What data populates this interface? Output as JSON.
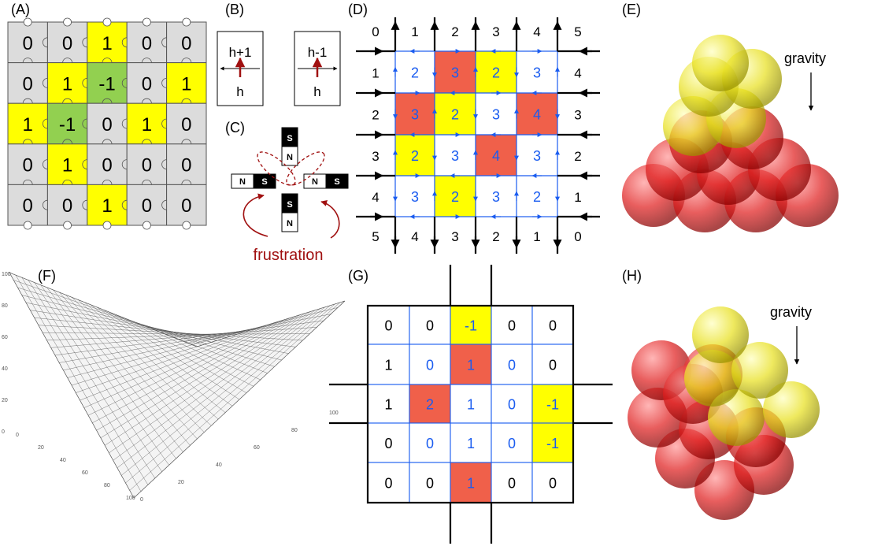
{
  "panels": {
    "A": {
      "label": "(A)",
      "rows": [
        [
          "0",
          "0",
          "1",
          "0",
          "0"
        ],
        [
          "0",
          "1",
          "-1",
          "0",
          "1"
        ],
        [
          "1",
          "-1",
          "0",
          "1",
          "0"
        ],
        [
          "0",
          "1",
          "0",
          "0",
          "0"
        ],
        [
          "0",
          "0",
          "1",
          "0",
          "0"
        ]
      ],
      "colors": [
        [
          "grey",
          "grey",
          "yellow",
          "grey",
          "grey"
        ],
        [
          "grey",
          "yellow",
          "green",
          "grey",
          "yellow"
        ],
        [
          "yellow",
          "green",
          "grey",
          "yellow",
          "grey"
        ],
        [
          "grey",
          "yellow",
          "grey",
          "grey",
          "grey"
        ],
        [
          "grey",
          "grey",
          "yellow",
          "grey",
          "grey"
        ]
      ]
    },
    "B": {
      "label": "(B)",
      "left": {
        "top": "h+1",
        "bottom": "h"
      },
      "right": {
        "top": "h-1",
        "bottom": "h"
      }
    },
    "C": {
      "label": "(C)",
      "north": "N",
      "south": "S",
      "caption": "frustration"
    },
    "D": {
      "label": "(D)",
      "top_labels": [
        "0",
        "1",
        "2",
        "3",
        "4",
        "5"
      ],
      "bottom_labels": [
        "5",
        "4",
        "3",
        "2",
        "1",
        "0"
      ],
      "left_labels": [
        "1",
        "2",
        "3",
        "4"
      ],
      "right_labels": [
        "4",
        "3",
        "2",
        "1"
      ],
      "rows": [
        [
          "2",
          "3",
          "2",
          "3"
        ],
        [
          "3",
          "2",
          "3",
          "4"
        ],
        [
          "2",
          "3",
          "4",
          "3"
        ],
        [
          "3",
          "2",
          "3",
          "2"
        ]
      ],
      "colors": [
        [
          "white",
          "red",
          "yellow",
          "white"
        ],
        [
          "red",
          "yellow",
          "white",
          "red"
        ],
        [
          "yellow",
          "white",
          "red",
          "white"
        ],
        [
          "white",
          "yellow",
          "white",
          "white"
        ]
      ]
    },
    "E": {
      "label": "(E)",
      "gravity_label": "gravity"
    },
    "F": {
      "label": "(F)",
      "z_ticks": [
        "100",
        "80",
        "60",
        "40",
        "20",
        "0"
      ],
      "left_axis_ticks": [
        "0",
        "20",
        "40",
        "60",
        "80",
        "100"
      ],
      "right_axis_ticks": [
        "0",
        "20",
        "40",
        "60",
        "80",
        "100"
      ]
    },
    "G": {
      "label": "(G)",
      "cells": [
        {
          "text": "0",
          "color": "white"
        },
        {
          "text": "0",
          "color": "white"
        },
        {
          "text": "-1",
          "color": "yellow"
        },
        {
          "text": "0",
          "color": "white"
        },
        {
          "text": "0",
          "color": "white"
        },
        {
          "text": "1",
          "color": "white"
        },
        {
          "text": "0",
          "color": "white"
        },
        {
          "text": "1",
          "color": "red"
        },
        {
          "text": "0",
          "color": "white"
        },
        {
          "text": "0",
          "color": "white"
        },
        {
          "text": "1",
          "color": "white"
        },
        {
          "text": "2",
          "color": "red"
        },
        {
          "text": "1",
          "color": "white"
        },
        {
          "text": "0",
          "color": "white"
        },
        {
          "text": "-1",
          "color": "yellow"
        },
        {
          "text": "0",
          "color": "white"
        },
        {
          "text": "0",
          "color": "white"
        },
        {
          "text": "1",
          "color": "white"
        },
        {
          "text": "0",
          "color": "white"
        },
        {
          "text": "-1",
          "color": "yellow"
        },
        {
          "text": "0",
          "color": "white"
        },
        {
          "text": "0",
          "color": "white"
        },
        {
          "text": "1",
          "color": "red"
        },
        {
          "text": "0",
          "color": "white"
        },
        {
          "text": "0",
          "color": "white"
        }
      ]
    },
    "H": {
      "label": "(H)",
      "gravity_label": "gravity"
    }
  },
  "colors": {
    "yellow": "#ffff00",
    "red": "#f0604a",
    "green": "#92d050",
    "grey": "#dcdcdc",
    "blue": "#1a5cf0",
    "darkred": "#a01010"
  }
}
